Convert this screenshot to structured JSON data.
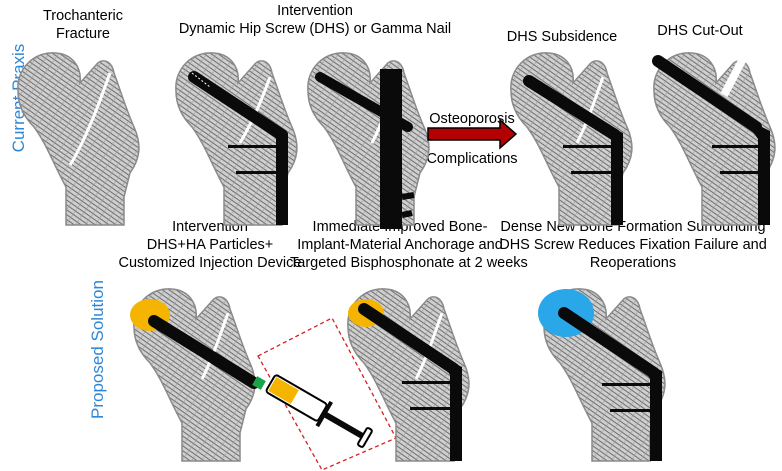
{
  "rows": {
    "current_praxis": "Current Praxis",
    "proposed_solution": "Proposed Solution"
  },
  "top": {
    "fracture": [
      "Trochanteric",
      "Fracture"
    ],
    "intervention": [
      "Intervention",
      "Dynamic Hip Screw (DHS) or Gamma Nail"
    ],
    "osteoporosis": "Osteoporosis",
    "complications": "Complications",
    "subsidence": "DHS Subsidence",
    "cutout": "DHS Cut-Out"
  },
  "bottom": {
    "intervention": [
      "Intervention",
      "DHS+HA Particles+",
      "Customized Injection Device"
    ],
    "anchorage": [
      "Immediate Improved Bone-",
      "Implant-Material Anchorage and",
      "Targeted Bisphosphonate at 2 weeks"
    ],
    "new_bone": [
      "Dense New Bone Formation Surrounding",
      "DHS Screw Reduces Fixation Failure and",
      "Reoperations"
    ]
  },
  "colors": {
    "row_label": "#2e86d6",
    "bone": "#cfcfcf",
    "bone_edge": "#8a8a8a",
    "implant": "#0a0a0a",
    "ha_particles": "#f4b400",
    "new_bone": "#2aa7e8",
    "arrow_fill": "#b30000",
    "box_dash": "#d42020",
    "needle_tip": "#1aa34a"
  }
}
